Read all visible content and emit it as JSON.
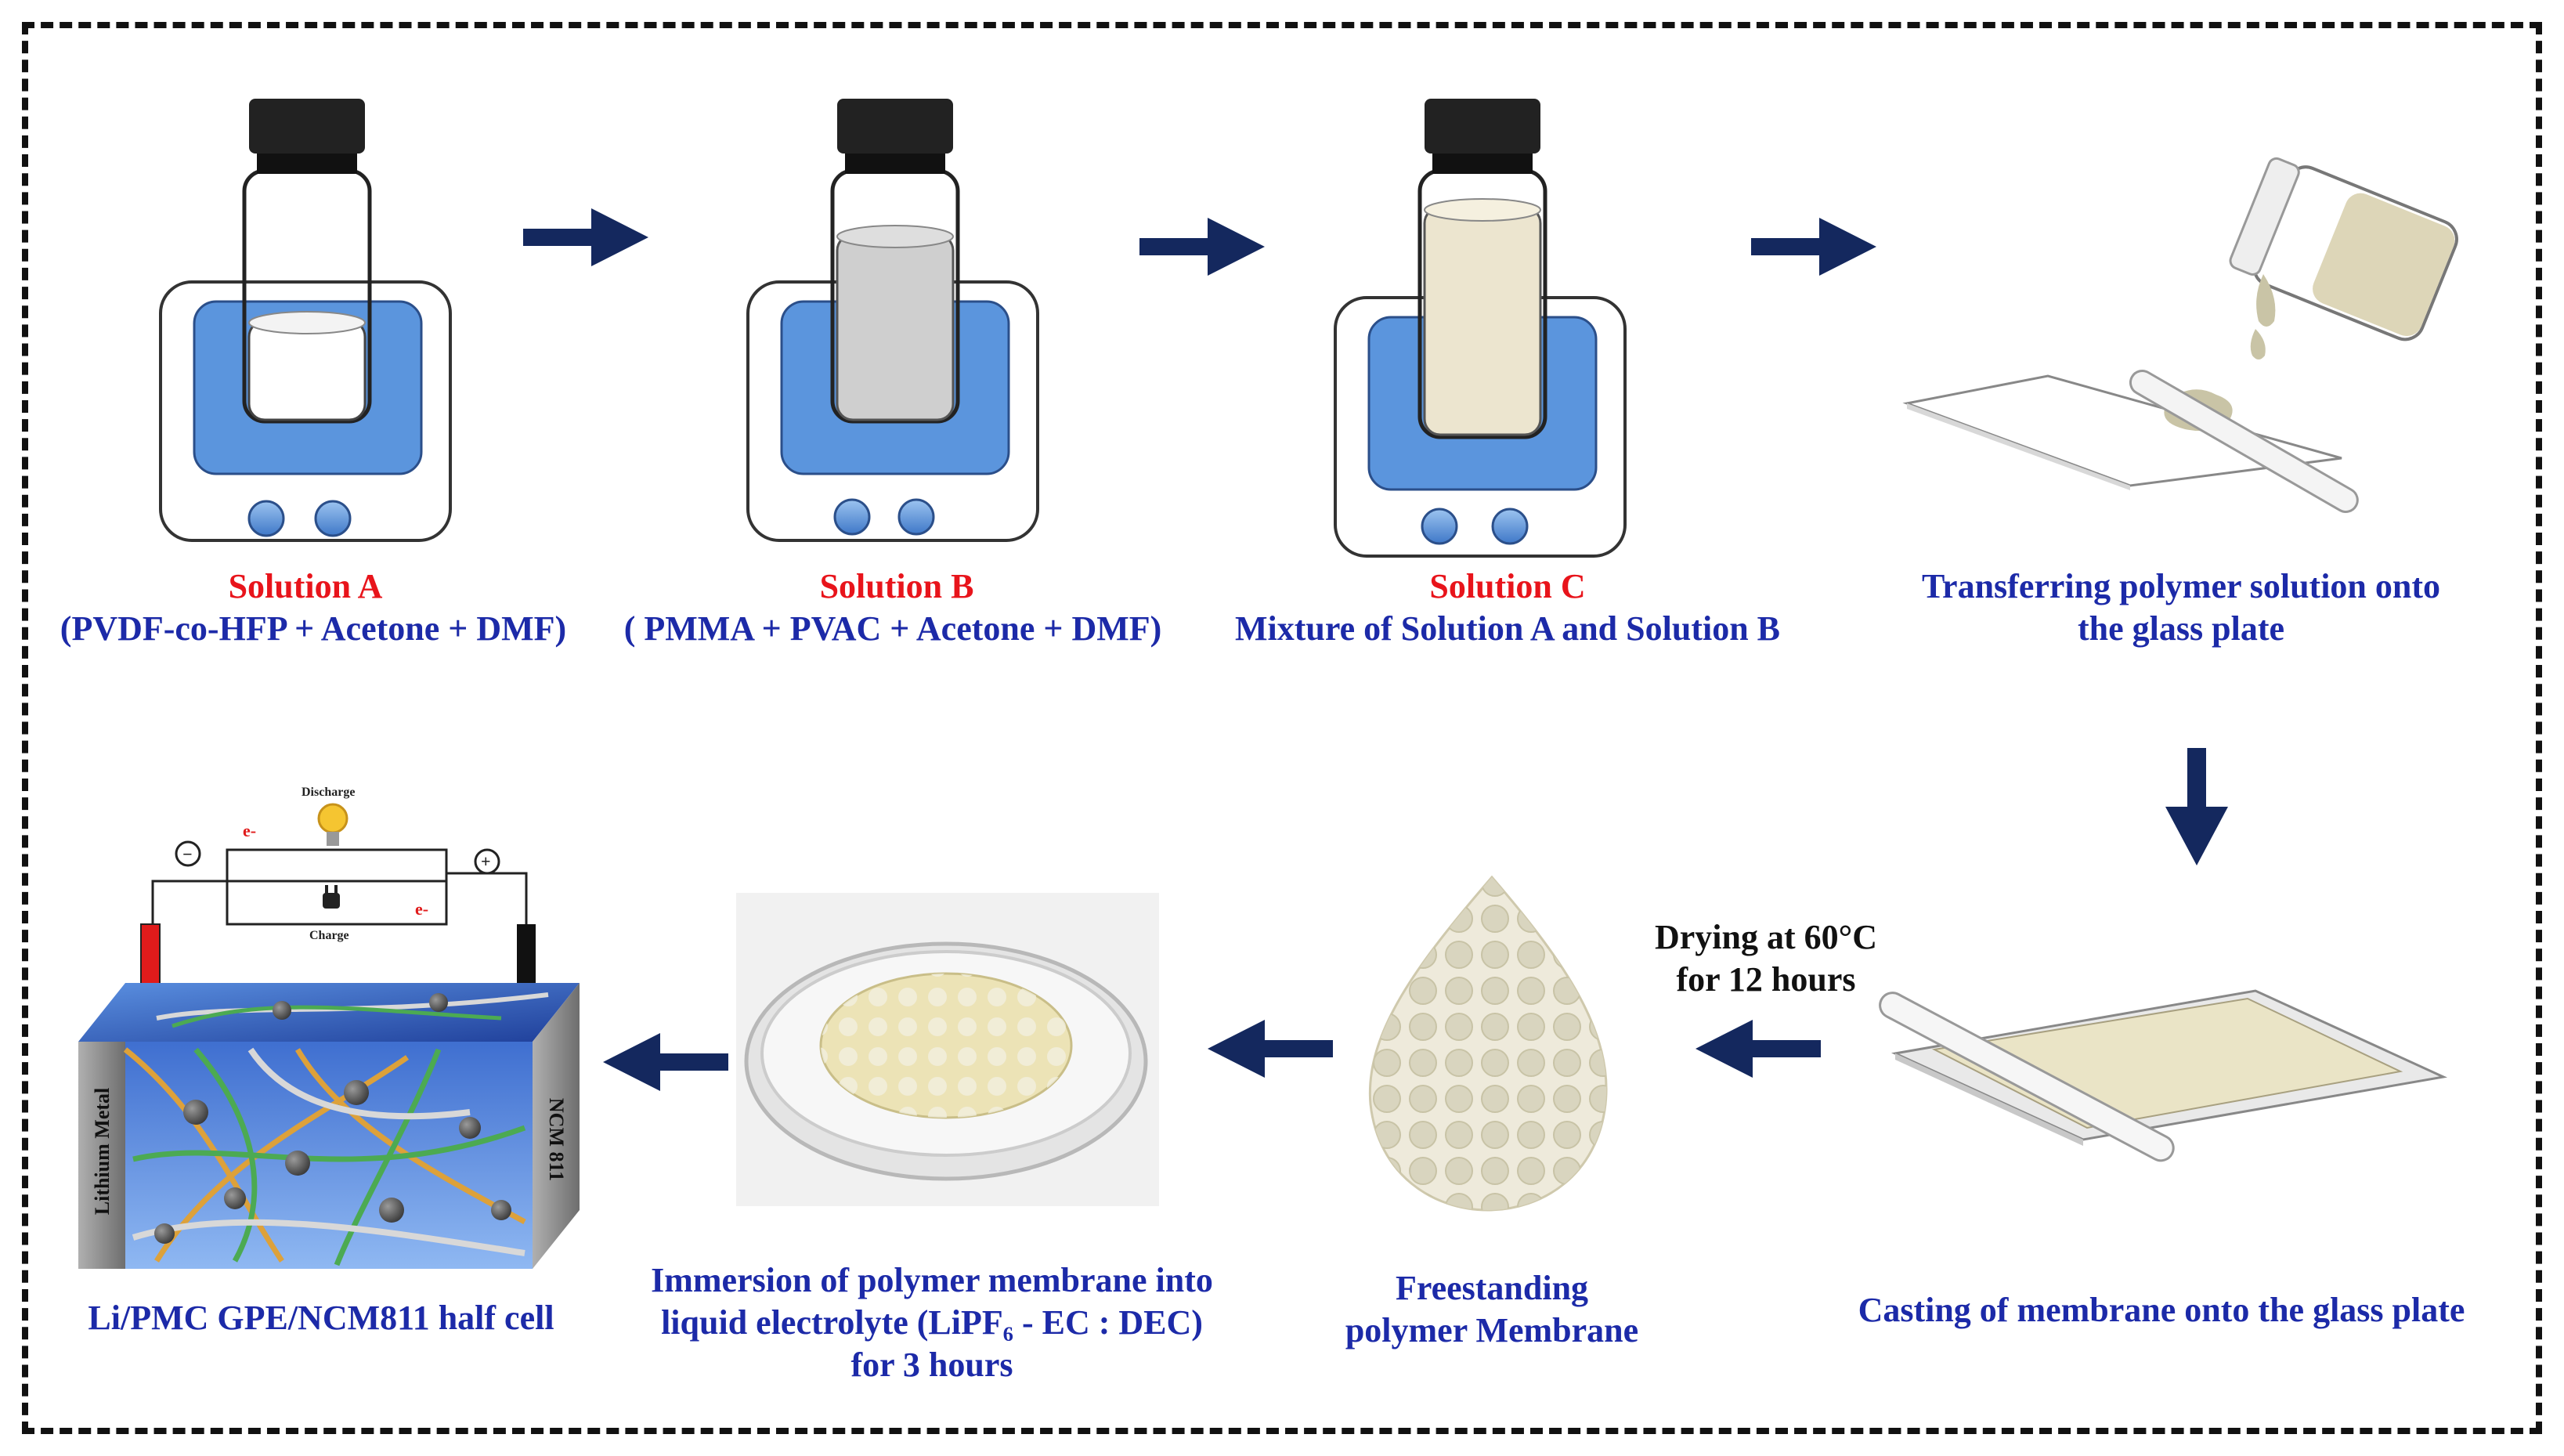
{
  "solution_a": {
    "title": "Solution A",
    "desc": "(PVDF-co-HFP + Acetone + DMF)"
  },
  "solution_b": {
    "title": "Solution B",
    "desc": "( PMMA + PVAC + Acetone + DMF)"
  },
  "solution_c": {
    "title": "Solution C",
    "desc": "Mixture of Solution A and Solution B"
  },
  "transfer": {
    "line1": "Transferring polymer solution  onto",
    "line2": "the glass plate"
  },
  "casting": {
    "label": "Casting  of  membrane onto the glass plate"
  },
  "drying": {
    "line1": "Drying at 60°C",
    "line2": "for 12 hours"
  },
  "freestanding": {
    "line1": "Freestanding",
    "line2": "polymer Membrane"
  },
  "immersion": {
    "line1": "Immersion of polymer membrane into",
    "line2": "liquid electrolyte (LiPF₆ - EC : DEC)",
    "line3": "for 3 hours"
  },
  "cell": {
    "label": "Li/PMC GPE/NCM811 half cell",
    "discharge": "Discharge",
    "charge": "Charge",
    "electron": "e-",
    "minus": "−",
    "plus": "+",
    "left_side": "Lithium Metal",
    "right_side": "NCM 811"
  },
  "colors": {
    "title_red": "#e8141b",
    "label_blue": "#1c2aa8",
    "arrow_navy": "#14285e",
    "stirrer_blue": "#5b95dd"
  }
}
